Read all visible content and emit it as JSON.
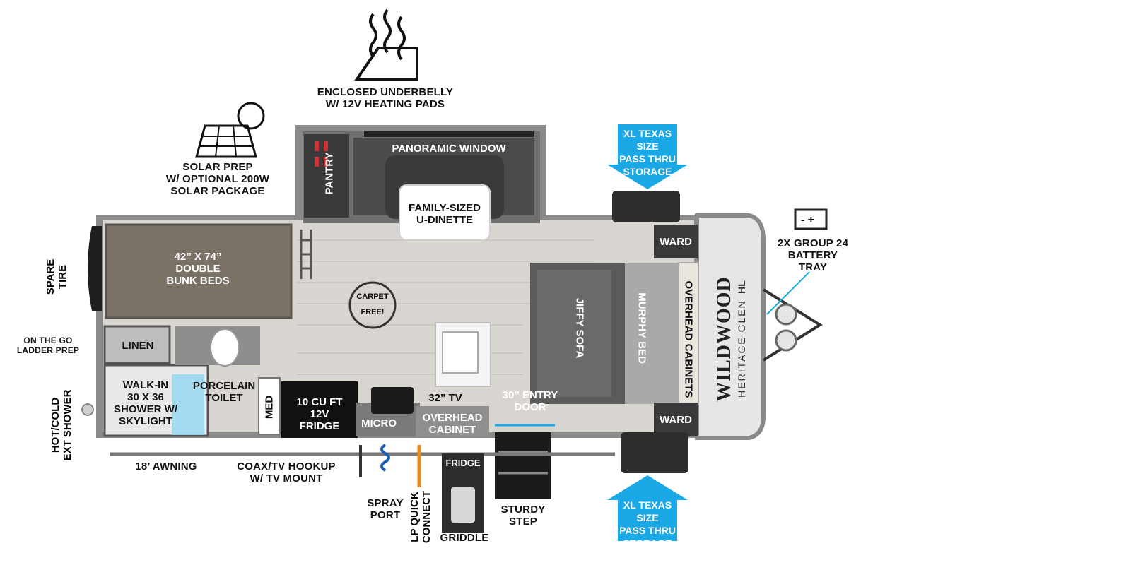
{
  "callouts": {
    "underbelly": [
      "ENCLOSED UNDERBELLY",
      "W/ 12V HEATING PADS"
    ],
    "solar": [
      "SOLAR PREP",
      "W/ OPTIONAL 200W",
      "SOLAR PACKAGE"
    ],
    "spare_tire": [
      "SPARE",
      "TIRE"
    ],
    "ladder": [
      "ON THE GO",
      "LADDER PREP"
    ],
    "ext_shower": [
      "HOT/COLD",
      "EXT SHOWER"
    ],
    "awning": "18’ AWNING",
    "coax": [
      "COAX/TV HOOKUP",
      "W/ TV MOUNT"
    ],
    "spray_port": [
      "SPRAY",
      "PORT"
    ],
    "lp_quick": [
      "LP QUICK",
      "CONNECT"
    ],
    "griddle": "GRIDDLE",
    "sturdy_step": [
      "STURDY",
      "STEP"
    ],
    "battery": [
      "2X GROUP 24",
      "BATTERY",
      "TRAY"
    ],
    "storage_top": [
      "XL TEXAS SIZE",
      "PASS THRU",
      "STORAGE"
    ],
    "storage_bottom": [
      "XL TEXAS SIZE",
      "PASS THRU",
      "STORAGE"
    ]
  },
  "rooms": {
    "pantry": "PANTRY",
    "panoramic": "PANORAMIC WINDOW",
    "dinette": [
      "FAMILY-SIZED",
      "U-DINETTE"
    ],
    "bunks": [
      "42” X 74”",
      "DOUBLE",
      "BUNK BEDS"
    ],
    "carpet": [
      "CARPET",
      "FREE!"
    ],
    "linen": "LINEN",
    "toilet": [
      "PORCELAIN",
      "TOILET"
    ],
    "shower": [
      "WALK-IN",
      "30 X 36",
      "SHOWER W/",
      "SKYLIGHT"
    ],
    "med": "MED",
    "fridge": [
      "10 CU FT",
      "12V",
      "FRIDGE"
    ],
    "micro": "MICRO",
    "tv": "32” TV",
    "overhead_cabinet": [
      "OVERHEAD",
      "CABINET"
    ],
    "entry_door": [
      "30” ENTRY",
      "DOOR"
    ],
    "jiffy": "JIFFY SOFA",
    "murphy": "MURPHY BED",
    "overhead_cabinets": "OVERHEAD CABINETS",
    "ward_top": "WARD",
    "ward_bottom": "WARD",
    "fridge_small": "FRIDGE"
  },
  "brand": {
    "name": "WILDWOOD",
    "sub": "HERITAGE GLEN",
    "suffix": "HL"
  },
  "colors": {
    "callout_blue": "#1aa9e6",
    "floor": "#d9d6d2",
    "wall": "#6b6b6b",
    "dark_cabinet": "#222222"
  }
}
